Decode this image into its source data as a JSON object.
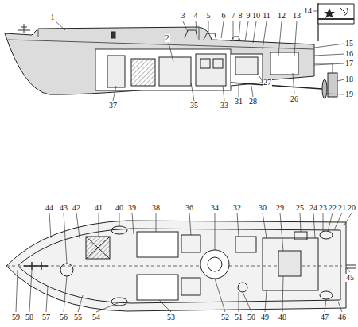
{
  "diagram": {
    "labels": [
      "1",
      "2",
      "3",
      "4",
      "5",
      "6",
      "7",
      "8",
      "9",
      "10",
      "11",
      "12",
      "13",
      "14",
      "15",
      "16",
      "17",
      "18",
      "19",
      "37",
      "35",
      "33",
      "31",
      "28",
      "27",
      "26",
      "44",
      "43",
      "42",
      "41",
      "40",
      "39",
      "38",
      "36",
      "34",
      "32",
      "30",
      "29",
      "25",
      "24",
      "23",
      "22",
      "21",
      "20",
      "45",
      "59",
      "58",
      "57",
      "56",
      "55",
      "54",
      "53",
      "52",
      "51",
      "50",
      "49",
      "48",
      "47",
      "46"
    ]
  }
}
